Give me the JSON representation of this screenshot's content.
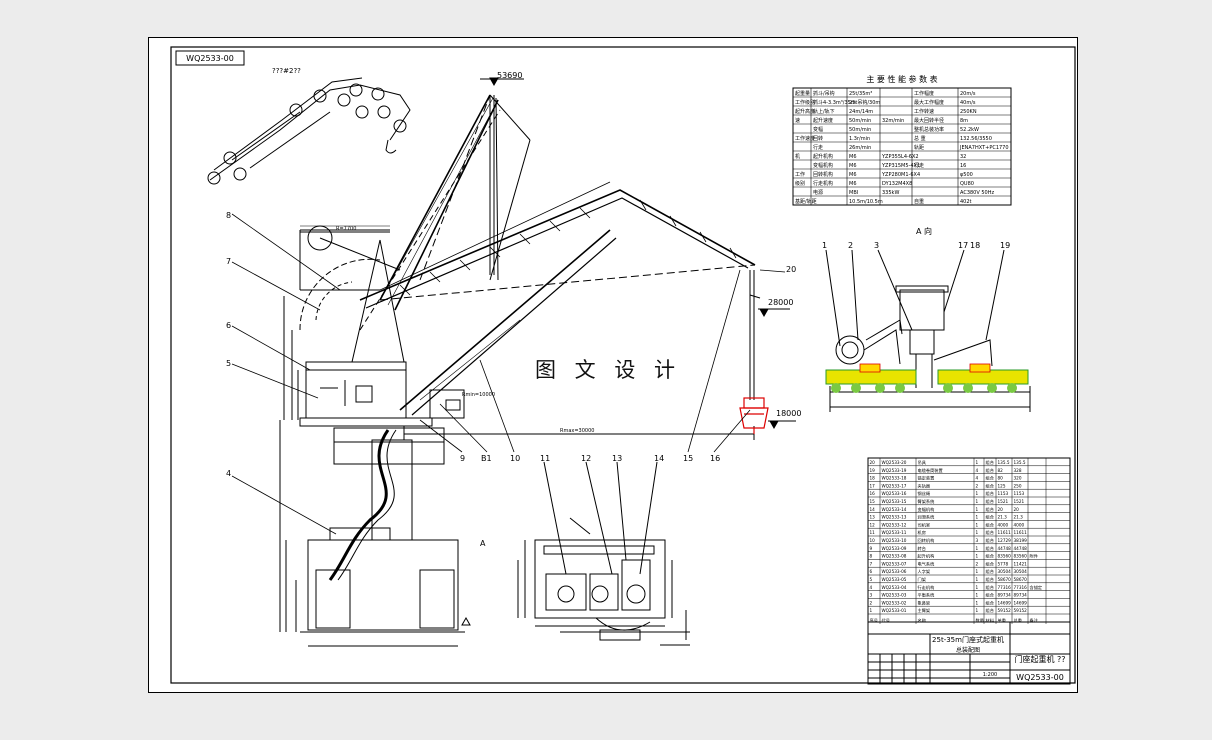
{
  "drawing_code": "WQ2533-00",
  "topleft_note": "???#2??",
  "elevation_top": "53690",
  "elevation_mid": "28000",
  "elevation_bottom": "18000",
  "reach_label": "Rmax=30000",
  "rmin_label": "Rmin=10000",
  "arc_label": "R=7700",
  "section_label": "A",
  "view_a_title": "A 向",
  "watermark": "图 文 设 计",
  "callouts": [
    "1",
    "2",
    "3",
    "4",
    "5",
    "6",
    "7",
    "8",
    "9",
    "10",
    "11",
    "12",
    "13",
    "14",
    "15",
    "16",
    "17",
    "18",
    "19",
    "20",
    "B1"
  ],
  "spec_table": {
    "title": "主 要 性 能 参 数 表",
    "rows": [
      [
        "起重量",
        "抓斗/吊钩",
        "25t/35m³",
        "",
        "工作幅度",
        "20m/s"
      ],
      [
        "工作级别",
        "抓斗4-3.3m³/35m",
        "25t吊钩/30m",
        "",
        "最大工作幅度",
        "40m/s"
      ],
      [
        "起升高度",
        "轨上/轨下",
        "24m/14m",
        "",
        "工作转速",
        "250KN"
      ],
      [
        "速",
        "起升速度",
        "50m/min",
        "32m/min",
        "最大回转半径",
        "8m"
      ],
      [
        "",
        "变幅",
        "50m/min",
        "",
        "整机总装功率",
        "52.2kW"
      ],
      [
        "工作速度",
        "回转",
        "1.3r/min",
        "",
        "总 重",
        "132.56/3550"
      ],
      [
        "",
        "行走",
        "26m/min",
        "",
        "轨距",
        "JENA7HXT+PC1770"
      ],
      [
        "机",
        "起升机构",
        "M6",
        "YZP355L4-6X2",
        "",
        "32"
      ],
      [
        "",
        "变幅机构",
        "M6",
        "YZP315M5-4X1",
        "行走",
        "16"
      ],
      [
        "工作",
        "回转机构",
        "M6",
        "YZP280M1-6X4",
        "",
        "φ500"
      ],
      [
        "级别",
        "行走机构",
        "M6",
        "DY132M4X8",
        "",
        "QU80"
      ],
      [
        "",
        "电源",
        "MBI",
        "335kW",
        "",
        "AC380V 50Hz"
      ],
      [
        "基距/轨距",
        "",
        "10.5m/10.5m",
        "",
        "自重",
        "402t"
      ]
    ]
  },
  "parts_list": {
    "rows": [
      [
        "20",
        "WQ2533-20",
        "吊具",
        "1",
        "组合",
        "135.5",
        "135.5",
        ""
      ],
      [
        "19",
        "WQ2533-19",
        "电缆卷筒装置",
        "4",
        "组合",
        "82",
        "328",
        ""
      ],
      [
        "18",
        "WQ2533-18",
        "锚定装置",
        "4",
        "组合",
        "80",
        "320",
        ""
      ],
      [
        "17",
        "WQ2533-17",
        "夹轨器",
        "2",
        "组合",
        "125",
        "250",
        ""
      ],
      [
        "16",
        "WQ2533-16",
        "钢丝绳",
        "1",
        "组合",
        "1153",
        "1153",
        ""
      ],
      [
        "15",
        "WQ2533-15",
        "臂架系统",
        "1",
        "组合",
        "1521",
        "1521",
        ""
      ],
      [
        "14",
        "WQ2533-14",
        "变幅机构",
        "1",
        "组合",
        "20",
        "20",
        ""
      ],
      [
        "13",
        "WQ2533-13",
        "润滑系统",
        "1",
        "组合",
        "21.3",
        "21.3",
        ""
      ],
      [
        "12",
        "WQ2533-12",
        "司机室",
        "1",
        "组合",
        "4000",
        "4000",
        ""
      ],
      [
        "11",
        "WQ2533-11",
        "机房",
        "1",
        "组合",
        "11611",
        "11611",
        ""
      ],
      [
        "10",
        "WQ2533-10",
        "回转机构",
        "3",
        "组合",
        "12729",
        "38199",
        ""
      ],
      [
        "9",
        "WQ2533-09",
        "转台",
        "1",
        "组合",
        "44748",
        "44748",
        ""
      ],
      [
        "8",
        "WQ2533-08",
        "起升机构",
        "1",
        "组合",
        "83560",
        "83560",
        "附件"
      ],
      [
        "7",
        "WQ2533-07",
        "电气系统",
        "2",
        "组合",
        "5778",
        "11421",
        ""
      ],
      [
        "6",
        "WQ2533-06",
        "人字架",
        "1",
        "组合",
        "30504",
        "30504",
        ""
      ],
      [
        "5",
        "WQ2533-05",
        "门架",
        "1",
        "组合",
        "58670",
        "58670",
        ""
      ],
      [
        "4",
        "WQ2533-04",
        "行走机构",
        "1",
        "组合",
        "77316",
        "77316",
        "含锚定"
      ],
      [
        "3",
        "WQ2533-03",
        "平衡系统",
        "1",
        "组合",
        "89734",
        "89734",
        ""
      ],
      [
        "2",
        "WQ2533-02",
        "象鼻梁",
        "1",
        "组合",
        "14699",
        "14699",
        ""
      ],
      [
        "1",
        "WQ2533-01",
        "主臂架",
        "1",
        "组合",
        "59152",
        "59152",
        ""
      ]
    ],
    "header": [
      "序号",
      "代号",
      "名称",
      "数量",
      "材料",
      "单重",
      "总重",
      "备注"
    ]
  },
  "title_block": {
    "product_name": "25t-35m门座式起重机",
    "drawing_name": "总装配图",
    "assembly_label": "门座起重机 ??",
    "code": "WQ2533-00",
    "scale": "1:200"
  }
}
